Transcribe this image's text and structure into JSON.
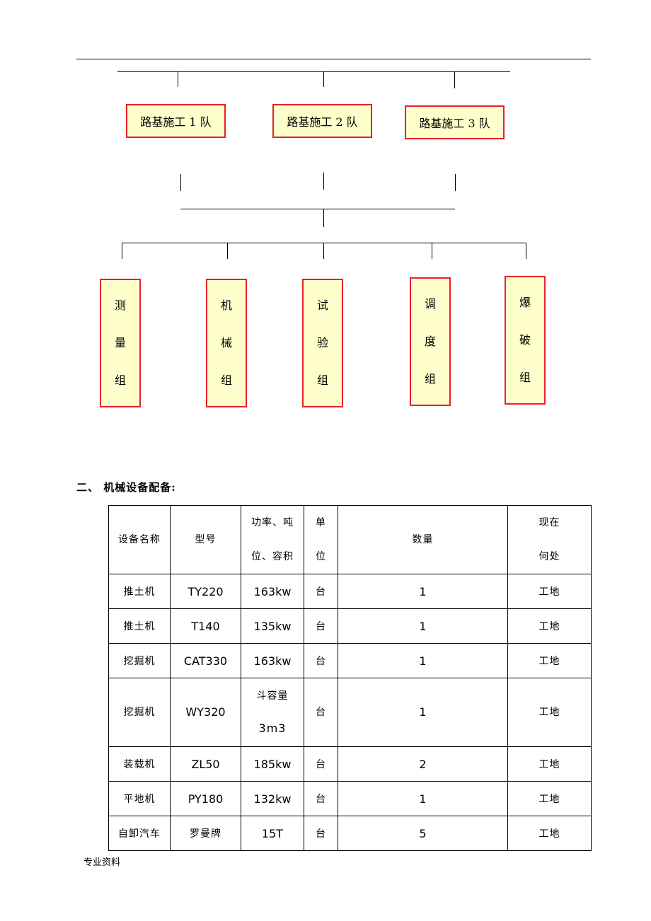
{
  "org_chart": {
    "teams": [
      "路基施工 1 队",
      "路基施工 2 队",
      "路基施工 3 队"
    ],
    "groups": [
      [
        "测",
        "量",
        "组"
      ],
      [
        "机",
        "械",
        "组"
      ],
      [
        "试",
        "验",
        "组"
      ],
      [
        "调",
        "度",
        "组"
      ],
      [
        "爆",
        "破",
        "组"
      ]
    ]
  },
  "section": {
    "title": "二、 机械设备配备:"
  },
  "table": {
    "headers": {
      "name": "设备名称",
      "model": "型号",
      "power_1": "功率、吨",
      "power_2": "位、容积",
      "unit_1": "单",
      "unit_2": "位",
      "quantity": "数量",
      "location_1": "现在",
      "location_2": "何处"
    },
    "rows": [
      {
        "name": "推土机",
        "model": "TY220",
        "power": "163kw",
        "unit": "台",
        "qty": "1",
        "loc": "工地"
      },
      {
        "name": "推土机",
        "model": "T140",
        "power": "135kw",
        "unit": "台",
        "qty": "1",
        "loc": "工地"
      },
      {
        "name": "挖掘机",
        "model": "CAT330",
        "power": "163kw",
        "unit": "台",
        "qty": "1",
        "loc": "工地"
      },
      {
        "name": "挖掘机",
        "model": "WY320",
        "power_1": "斗容量",
        "power_2": "3m3",
        "unit": "台",
        "qty": "1",
        "loc": "工地"
      },
      {
        "name": "装载机",
        "model": "ZL50",
        "power": "185kw",
        "unit": "台",
        "qty": "2",
        "loc": "工地"
      },
      {
        "name": "平地机",
        "model": "PY180",
        "power": "132kw",
        "unit": "台",
        "qty": "1",
        "loc": "工地"
      },
      {
        "name": "自卸汽车",
        "model": "罗曼牌",
        "power": "15T",
        "unit": "台",
        "qty": "5",
        "loc": "工地"
      }
    ]
  },
  "footer": {
    "text": "专业资料"
  }
}
